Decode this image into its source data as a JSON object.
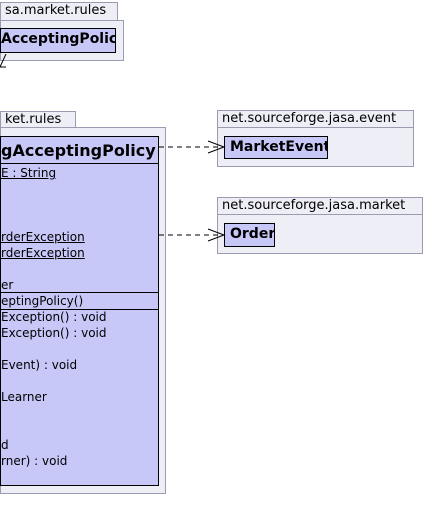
{
  "packages": {
    "rules_top": {
      "label": "sa.market.rules",
      "class_name": "AcceptingPolicy"
    },
    "rules_main": {
      "label": "ket.rules"
    },
    "event": {
      "label": "net.sourceforge.jasa.event",
      "class_name": "MarketEvent"
    },
    "market": {
      "label": "net.sourceforge.jasa.market",
      "class_name": "Order"
    }
  },
  "main_class": {
    "name": "gAcceptingPolicy",
    "attributes": [
      {
        "text": "E : String",
        "underline": true
      },
      {
        "text": "",
        "underline": false
      },
      {
        "text": "",
        "underline": false
      },
      {
        "text": "",
        "underline": false
      },
      {
        "text": "rderException",
        "underline": true
      },
      {
        "text": "rderException",
        "underline": true
      },
      {
        "text": "",
        "underline": false
      },
      {
        "text": "er",
        "underline": false
      }
    ],
    "constructors": [
      {
        "text": "eptingPolicy()",
        "underline": false
      }
    ],
    "methods": [
      {
        "text": "Exception() : void",
        "underline": false
      },
      {
        "text": "Exception() : void",
        "underline": false
      },
      {
        "text": "",
        "underline": false
      },
      {
        "text": "Event) : void",
        "underline": false
      },
      {
        "text": "",
        "underline": false
      },
      {
        "text": "Learner",
        "underline": false
      },
      {
        "text": "",
        "underline": false
      },
      {
        "text": "",
        "underline": false
      },
      {
        "text": "d",
        "underline": false
      },
      {
        "text": "rner) : void",
        "underline": false
      }
    ]
  }
}
